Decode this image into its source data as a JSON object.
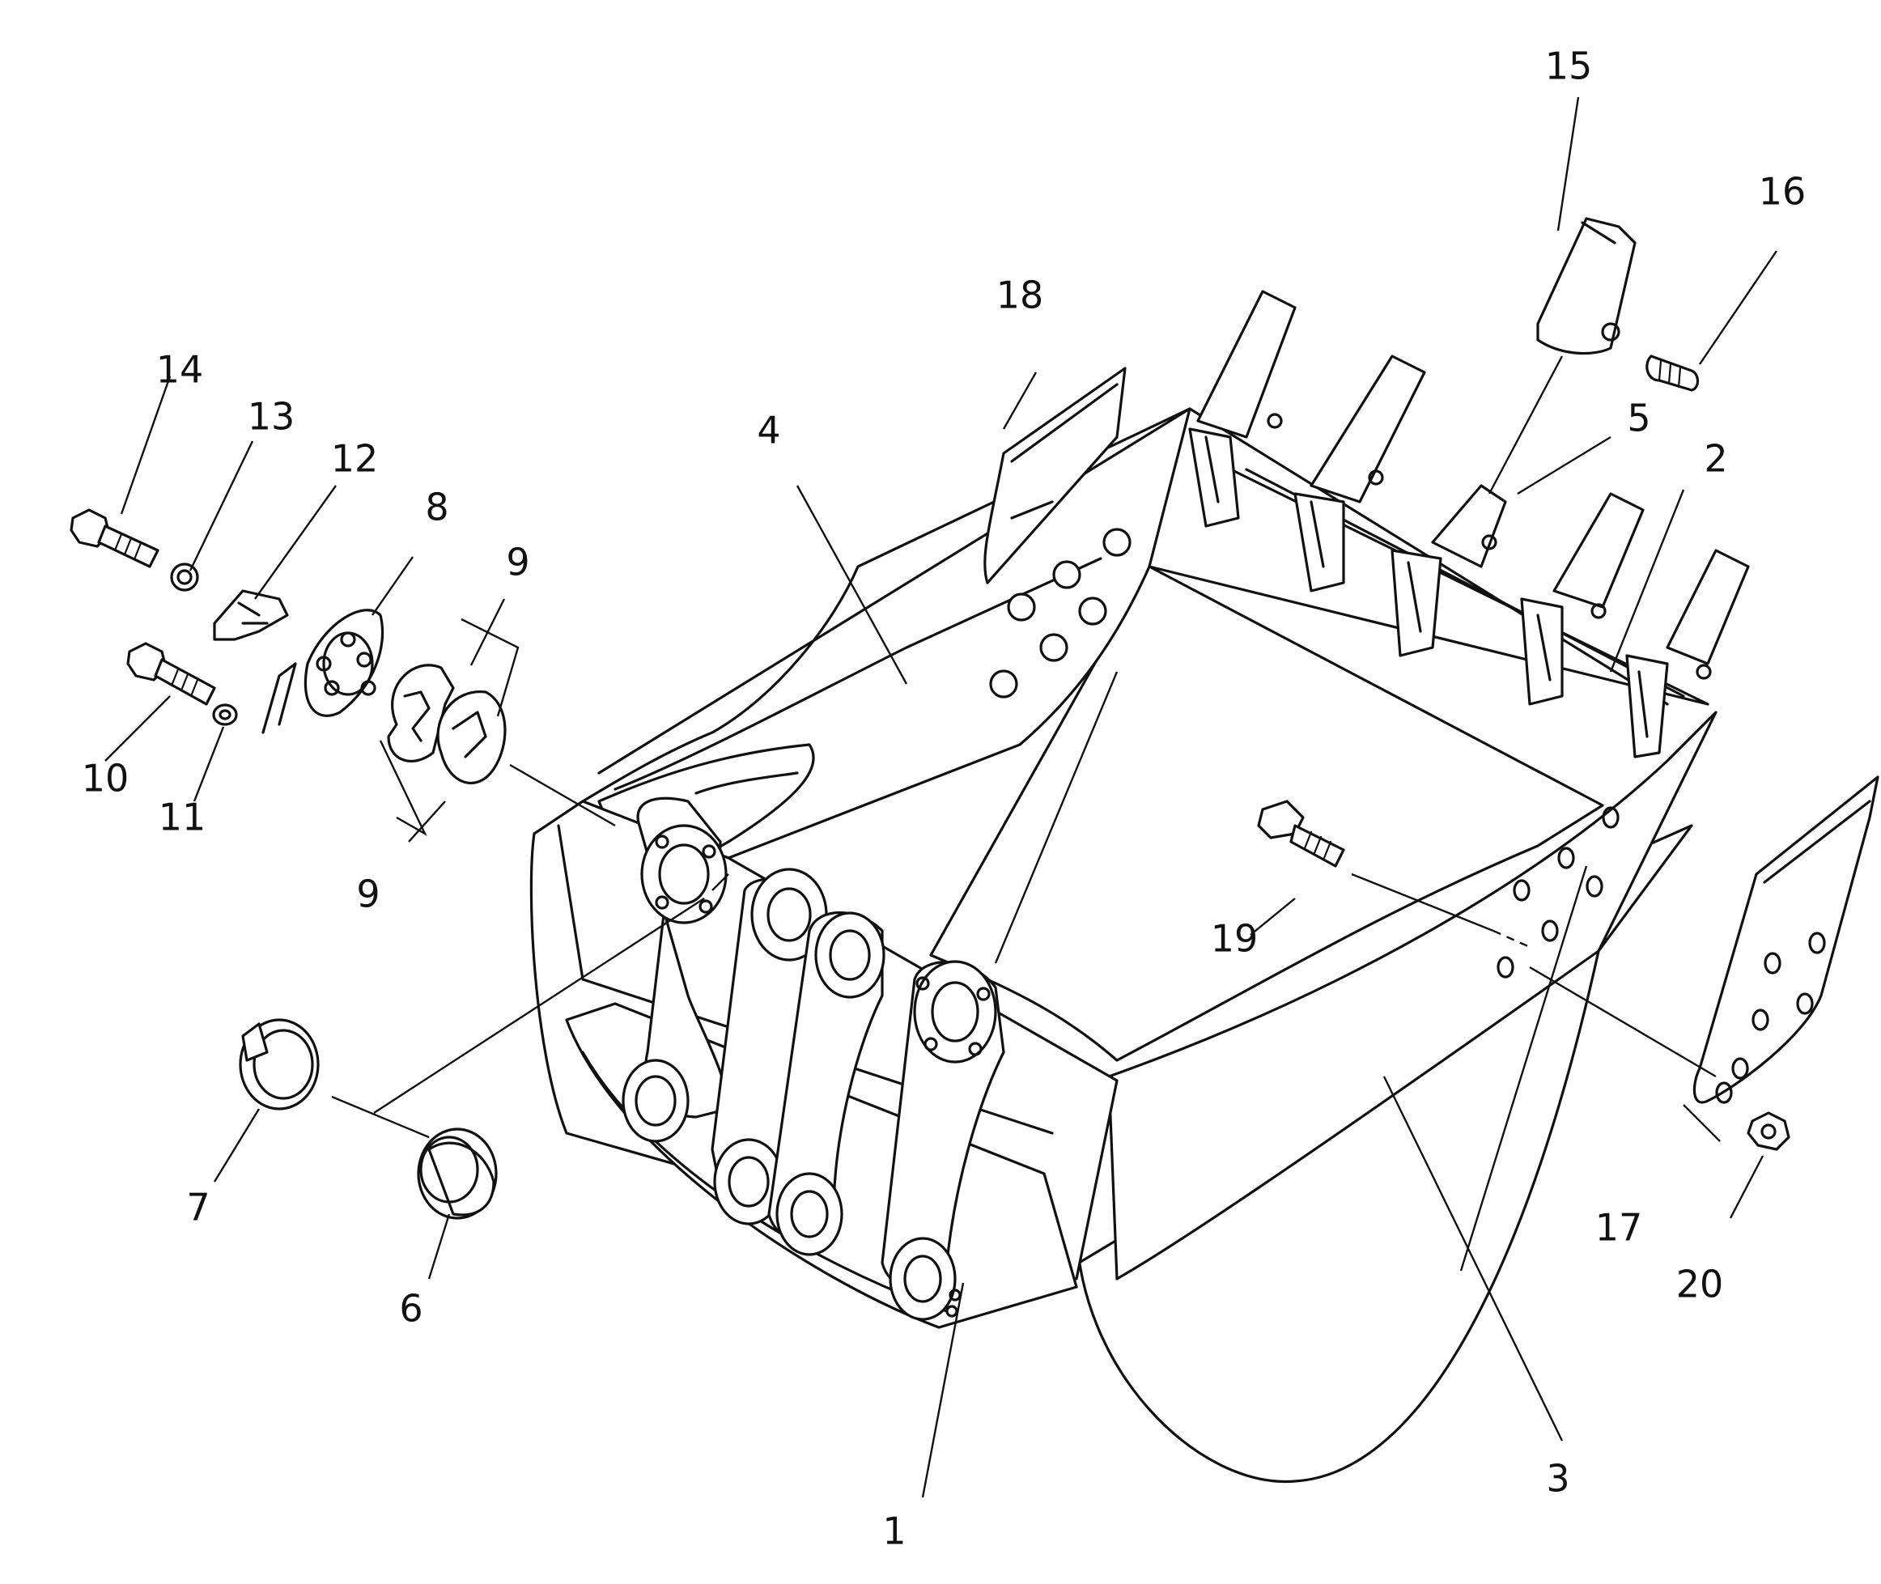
{
  "diagram": {
    "parts": [
      {
        "id": "1",
        "label": "1"
      },
      {
        "id": "2",
        "label": "2"
      },
      {
        "id": "3",
        "label": "3"
      },
      {
        "id": "4",
        "label": "4"
      },
      {
        "id": "5",
        "label": "5"
      },
      {
        "id": "6",
        "label": "6"
      },
      {
        "id": "7",
        "label": "7"
      },
      {
        "id": "8",
        "label": "8"
      },
      {
        "id": "9a",
        "label": "9"
      },
      {
        "id": "9b",
        "label": "9"
      },
      {
        "id": "10",
        "label": "10"
      },
      {
        "id": "11",
        "label": "11"
      },
      {
        "id": "12",
        "label": "12"
      },
      {
        "id": "13",
        "label": "13"
      },
      {
        "id": "14",
        "label": "14"
      },
      {
        "id": "15",
        "label": "15"
      },
      {
        "id": "16",
        "label": "16"
      },
      {
        "id": "17",
        "label": "17"
      },
      {
        "id": "18",
        "label": "18"
      },
      {
        "id": "19",
        "label": "19"
      },
      {
        "id": "20",
        "label": "20"
      }
    ]
  }
}
